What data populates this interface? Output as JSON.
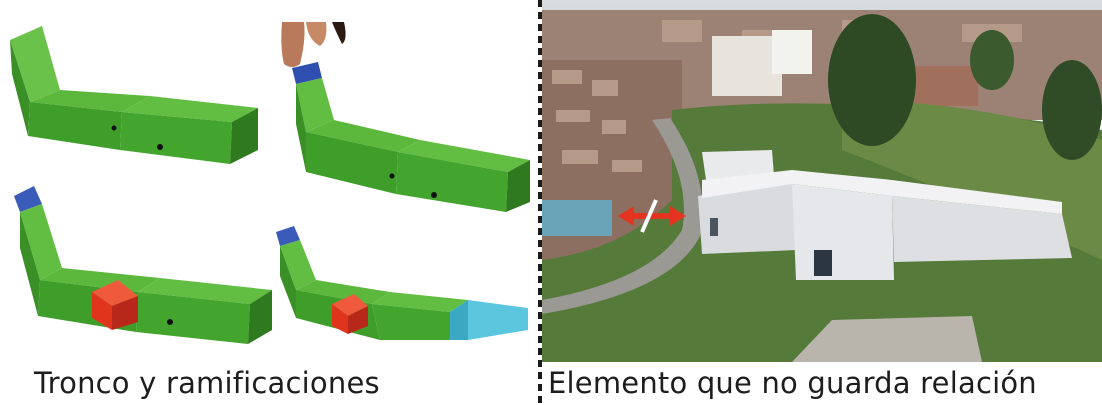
{
  "captions": {
    "left": "Tronco y ramificaciones",
    "right": "Elemento que no guarda relación"
  },
  "colors": {
    "trunk_green": "#3f9e2a",
    "branch_red": "#e0351c",
    "tip_blue": "#3a5bb8",
    "extension_cyan": "#5cc6df",
    "arrow_red": "#e4331f"
  },
  "icons": {
    "divider": "dashed-vertical-line",
    "relation_marker": "double-arrow-with-slash"
  }
}
